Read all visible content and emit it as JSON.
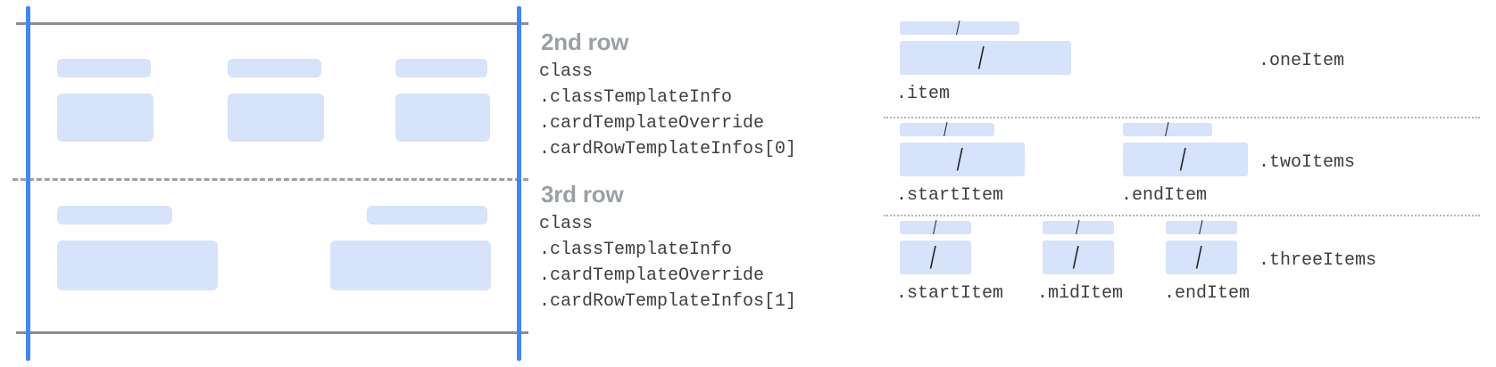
{
  "colors": {
    "placeholder_block": "#d7e2fb",
    "guide_line_gray": "#8a8d91",
    "guide_line_blue": "#4285f4",
    "dashed_line": "#9aa0a6",
    "heading_text": "#9aa0a6",
    "mono_text": "#3c4043"
  },
  "left_panel": {
    "name": "card-row-layout-preview",
    "rows": [
      {
        "name": "second-row-preview",
        "cells": [
          {
            "label_bar": true,
            "content_box": true
          },
          {
            "label_bar": true,
            "content_box": true
          },
          {
            "label_bar": true,
            "content_box": true
          }
        ]
      },
      {
        "name": "third-row-preview",
        "cells": [
          {
            "label_bar": true,
            "content_box": true
          },
          {
            "label_bar": true,
            "content_box": true
          }
        ]
      }
    ]
  },
  "annotations": [
    {
      "title": "2nd row",
      "lines": [
        "class",
        ".classTemplateInfo",
        ".cardTemplateOverride",
        ".cardRowTemplateInfos[0]"
      ]
    },
    {
      "title": "3rd row",
      "lines": [
        "class",
        ".classTemplateInfo",
        ".cardTemplateOverride",
        ".cardRowTemplateInfos[1]"
      ]
    }
  ],
  "right_panel": {
    "groups": [
      {
        "group_label": ".oneItem",
        "items": [
          {
            "label": ".item",
            "slash": "/"
          }
        ]
      },
      {
        "group_label": ".twoItems",
        "items": [
          {
            "label": ".startItem",
            "slash": "/"
          },
          {
            "label": ".endItem",
            "slash": "/"
          }
        ]
      },
      {
        "group_label": ".threeItems",
        "items": [
          {
            "label": ".startItem",
            "slash": "/"
          },
          {
            "label": ".midItem",
            "slash": "/"
          },
          {
            "label": ".endItem",
            "slash": "/"
          }
        ]
      }
    ]
  }
}
